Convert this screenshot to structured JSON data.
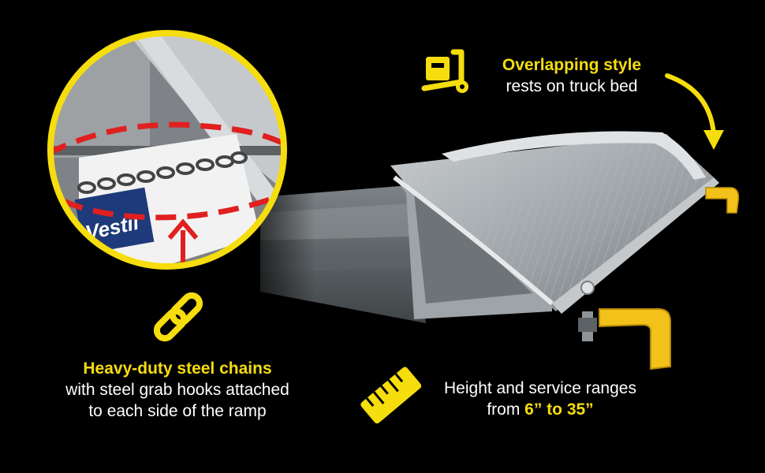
{
  "colors": {
    "accent": "#f5dd0e",
    "background": "#000000",
    "text": "#ffffff",
    "dash": "#e02020"
  },
  "icons": {
    "truck_icon": "hand-truck-icon",
    "chain_icon": "chain-link-icon",
    "ruler_icon": "ruler-icon"
  },
  "inset_logo": "Vestil",
  "callouts": {
    "overlap": {
      "title": "Overlapping style",
      "desc": "rests on truck bed"
    },
    "chains": {
      "title": "Heavy-duty steel chains",
      "line2": "with steel grab hooks attached",
      "line3": "to each side of the ramp"
    },
    "height": {
      "line1": "Height and service ranges",
      "prefix": "from ",
      "range": "6” to 35”"
    }
  }
}
